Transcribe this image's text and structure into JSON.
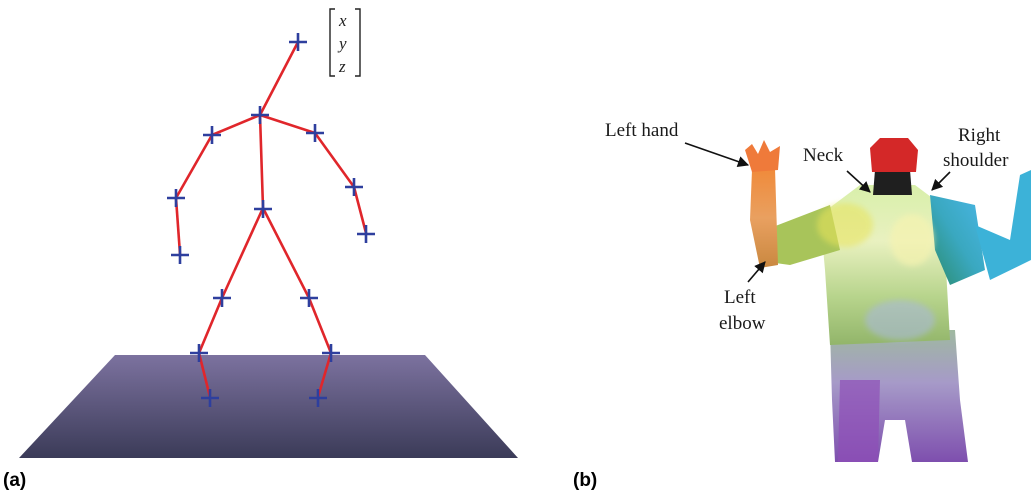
{
  "panel_a": {
    "label": "(a)",
    "vector": [
      "x",
      "y",
      "z"
    ],
    "colors": {
      "bone": "#e0262b",
      "joint": "#2e3f9e",
      "floor_top": "#7a6f9e",
      "floor_bottom": "#3c3c5a"
    }
  },
  "panel_b": {
    "label": "(b)",
    "annotations": {
      "left_hand": "Left hand",
      "neck": "Neck",
      "right_shoulder_1": "Right",
      "right_shoulder_2": "shoulder",
      "left_elbow_1": "Left",
      "left_elbow_2": "elbow"
    }
  }
}
